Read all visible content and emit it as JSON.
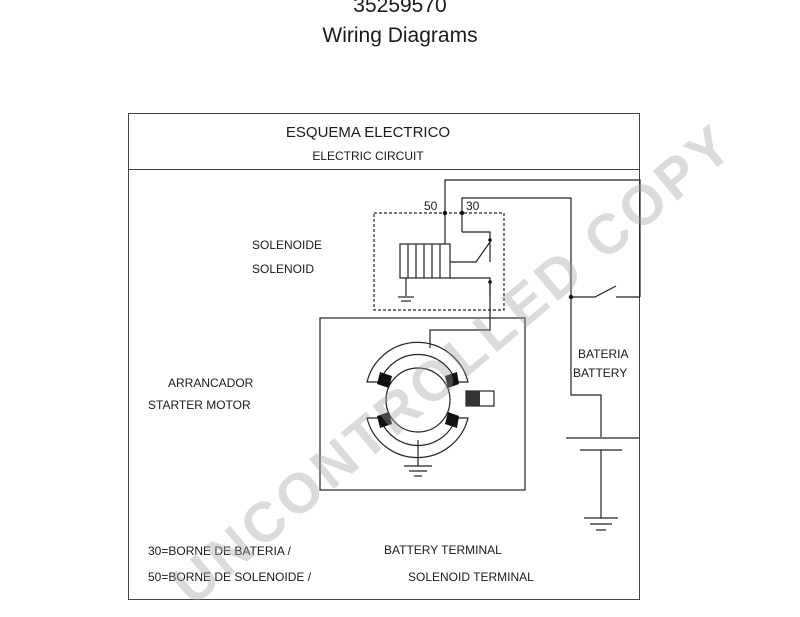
{
  "header": {
    "part_number": "35259570",
    "title": "Wiring Diagrams"
  },
  "panel": {
    "heading_es": "ESQUEMA ELECTRICO",
    "heading_en": "ELECTRIC CIRCUIT"
  },
  "terminals": {
    "t50": "50",
    "t30": "30"
  },
  "labels": {
    "solenoid_es": "SOLENOIDE",
    "solenoid_en": "SOLENOID",
    "starter_es": "ARRANCADOR",
    "starter_en": "STARTER MOTOR",
    "battery_es": "BATERIA",
    "battery_en": "BATTERY"
  },
  "legend": {
    "line1_es": "30=BORNE DE BATERIA /",
    "line1_en": "BATTERY TERMINAL",
    "line2_es": "50=BORNE DE SOLENOIDE /",
    "line2_en": "SOLENOID TERMINAL"
  },
  "watermark": "UNCONTROLLED COPY"
}
